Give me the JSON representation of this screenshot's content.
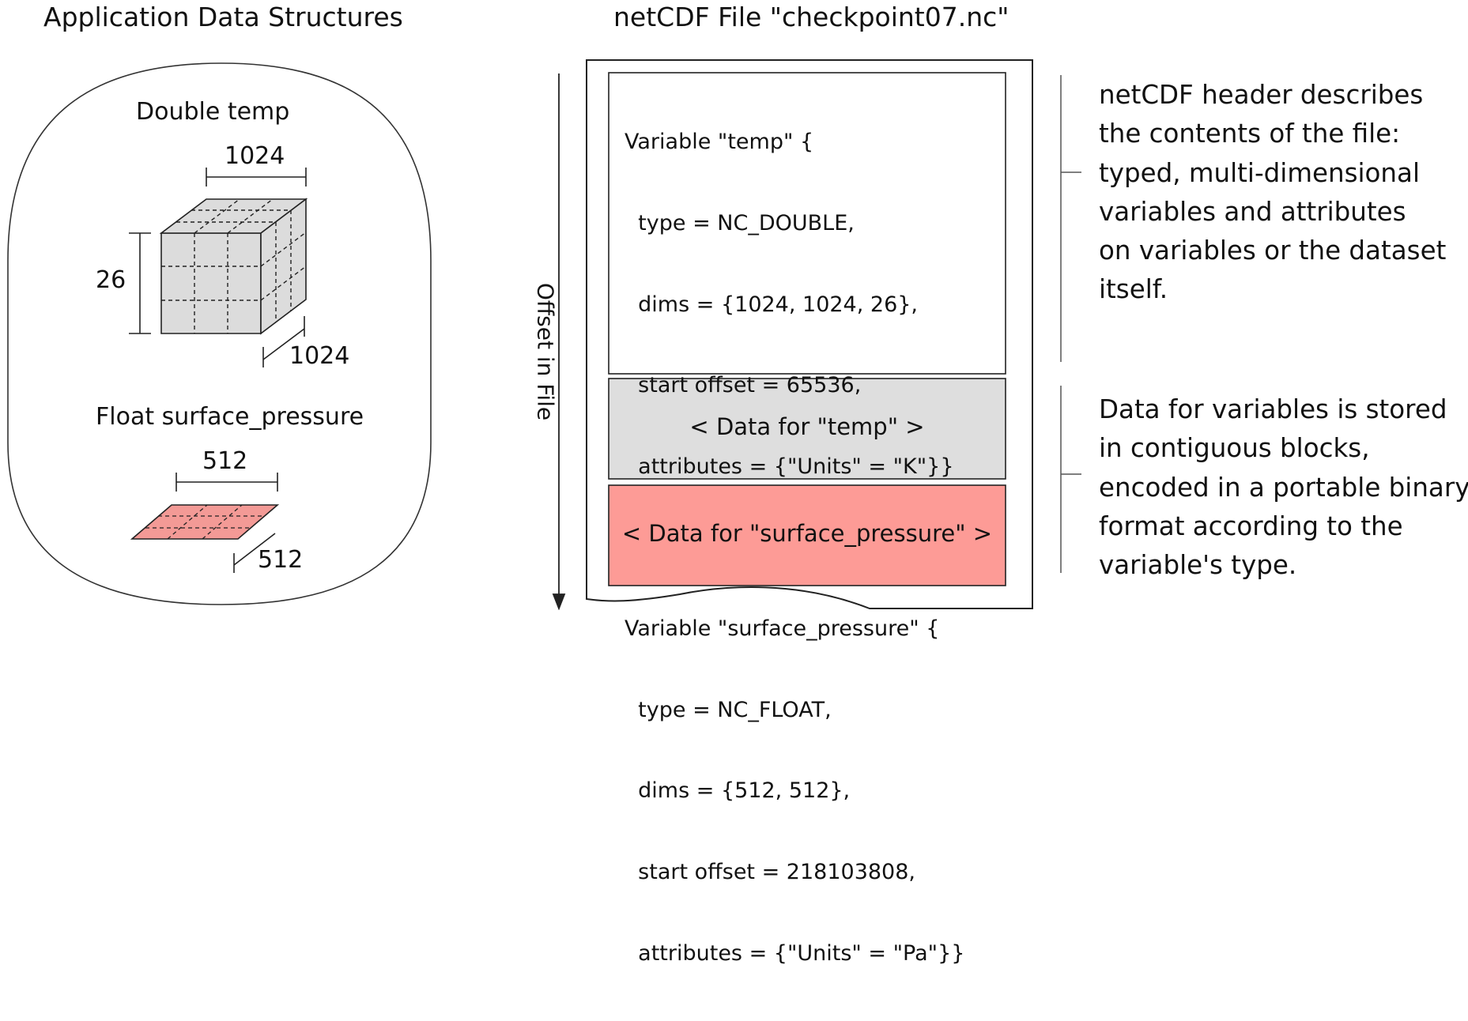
{
  "left": {
    "title": "Application Data Structures",
    "temp": {
      "label": "Double temp",
      "dim_width": "1024",
      "dim_height": "26",
      "dim_depth": "1024",
      "color": "#dcdcdc"
    },
    "pressure": {
      "label": "Float surface_pressure",
      "dim_width": "512",
      "dim_depth": "512",
      "color": "#f39a96"
    }
  },
  "file": {
    "title": "netCDF File \"checkpoint07.nc\"",
    "offset_label": "Offset in File",
    "header_lines": [
      "Variable \"temp\" {",
      "  type = NC_DOUBLE,",
      "  dims = {1024, 1024, 26},",
      "  start offset = 65536,",
      "  attributes = {\"Units\" = \"K\"}}",
      "",
      "Variable \"surface_pressure\" {",
      "  type = NC_FLOAT,",
      "  dims = {512, 512},",
      "  start offset = 218103808,",
      "  attributes = {\"Units\" = \"Pa\"}}"
    ],
    "temp_block": {
      "label": "< Data for \"temp\" >",
      "color": "#dedede"
    },
    "pressure_block": {
      "label": "< Data for \"surface_pressure\" >",
      "color": "#fd9b96"
    }
  },
  "notes": {
    "header_note_lines": [
      "netCDF header describes",
      "the contents of the file:",
      "typed, multi-dimensional",
      "variables and attributes",
      "on variables or the dataset",
      "itself."
    ],
    "data_note_lines": [
      "Data for variables is stored",
      "in contiguous blocks,",
      "encoded in a portable binary",
      "format according to the",
      "variable's type."
    ]
  }
}
